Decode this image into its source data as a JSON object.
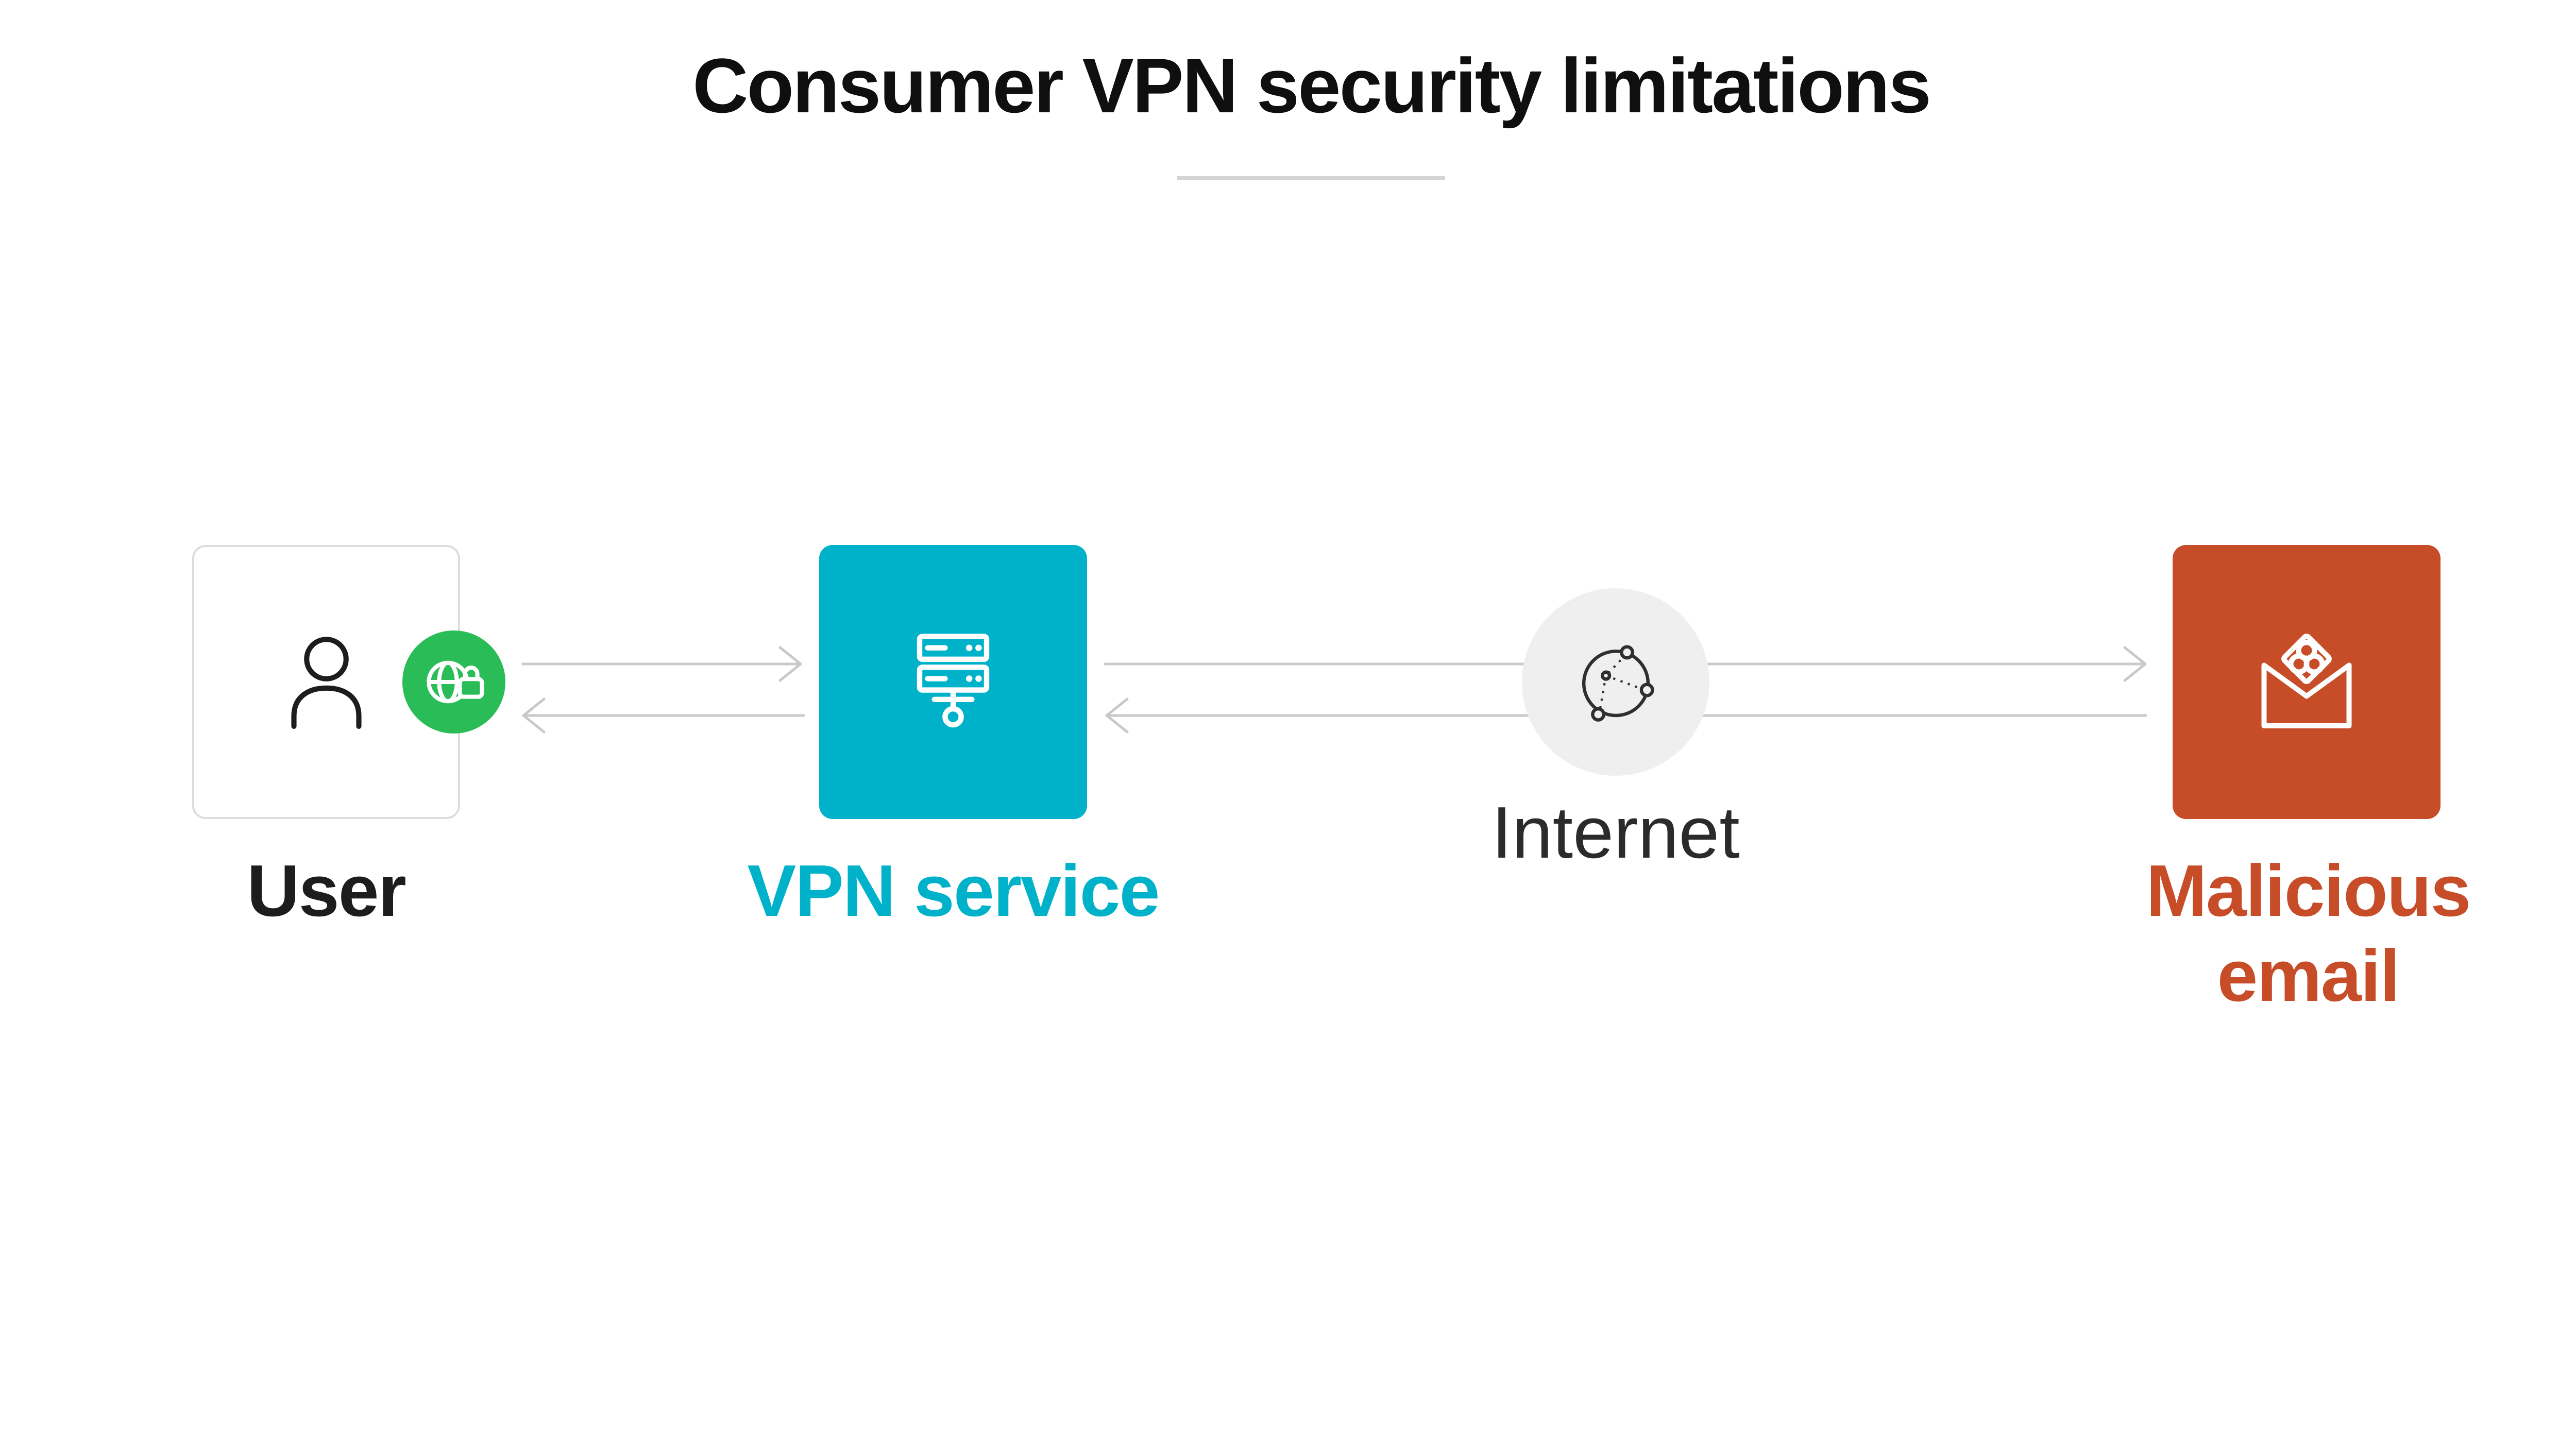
{
  "title": "Consumer VPN security limitations",
  "nodes": {
    "user": {
      "label": "User",
      "icon": "person-icon",
      "badge_icon": "secure-globe-lock-icon"
    },
    "vpn": {
      "label": "VPN service",
      "icon": "server-icon"
    },
    "internet": {
      "label": "Internet",
      "icon": "network-globe-icon"
    },
    "malicious": {
      "label": "Malicious email",
      "icon": "biohazard-open-envelope-icon"
    }
  },
  "connectors": [
    {
      "from": "user",
      "to": "vpn",
      "direction": "right"
    },
    {
      "from": "vpn",
      "to": "user",
      "direction": "left"
    },
    {
      "from": "vpn",
      "to": "malicious",
      "direction": "right",
      "via": "internet"
    },
    {
      "from": "malicious",
      "to": "vpn",
      "direction": "left",
      "via": "internet"
    }
  ],
  "colors": {
    "teal": "#00b2c9",
    "green": "#2abd57",
    "orange": "#c74d28",
    "arrow": "#c9c9c9",
    "internet_bg": "#efefef",
    "ink": "#0f0f0f"
  }
}
